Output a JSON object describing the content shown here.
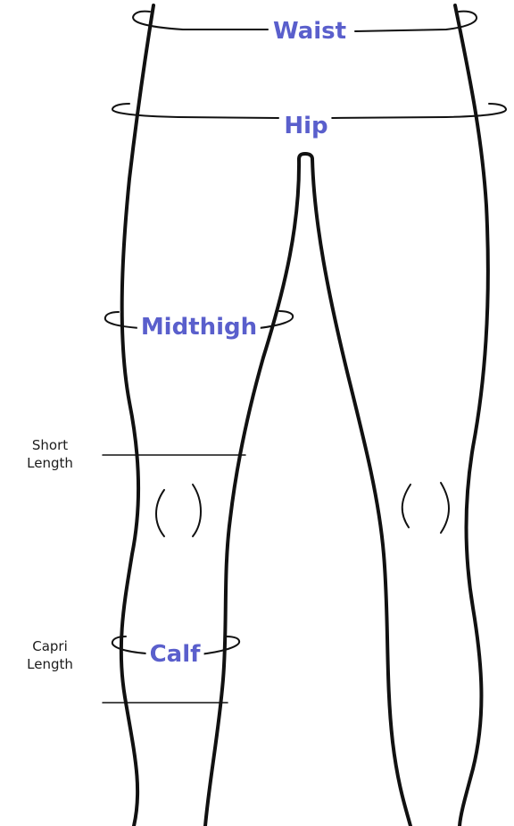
{
  "colors": {
    "accent": "#5a5fcc",
    "outline": "#111111",
    "text": "#1c1c1c"
  },
  "measurements": {
    "waist": "Waist",
    "hip": "Hip",
    "midthigh": "Midthigh",
    "calf": "Calf"
  },
  "lengths": {
    "short": {
      "line1": "Short",
      "line2": "Length"
    },
    "capri": {
      "line1": "Capri",
      "line2": "Length"
    }
  }
}
